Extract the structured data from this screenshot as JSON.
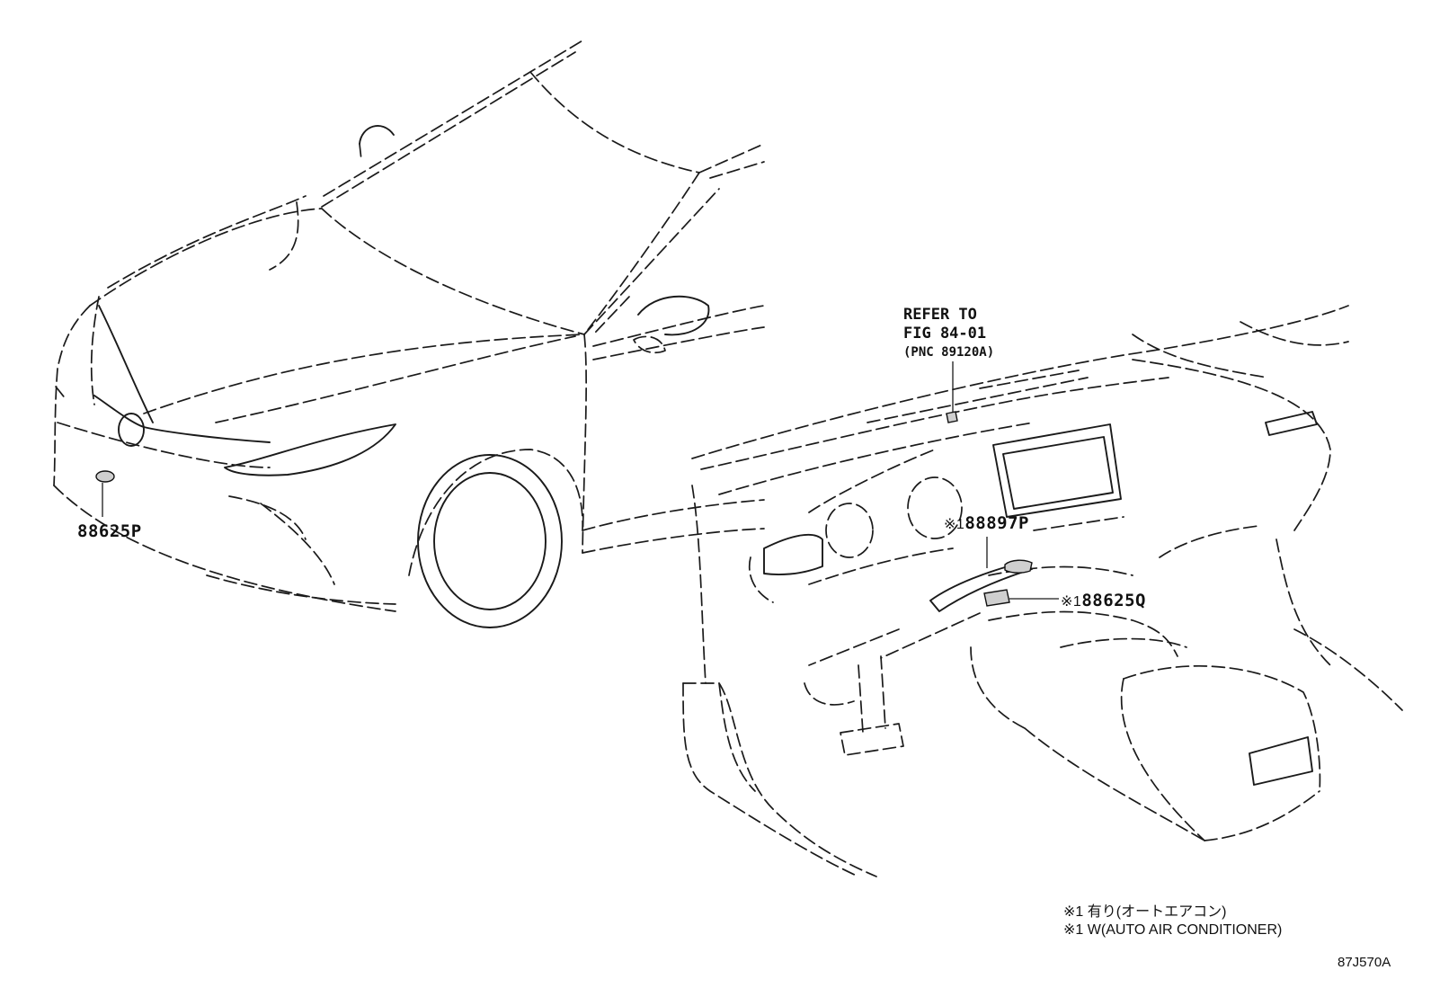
{
  "callouts": {
    "front_sensor": "88625P",
    "cluster_sensor": "88897P",
    "cluster_mark": "※1",
    "lower_sensor": "88625Q",
    "lower_mark": "※1"
  },
  "reference": {
    "line1": "REFER TO",
    "line2": "FIG 84-01",
    "line3": "(PNC 89120A)"
  },
  "notes": [
    {
      "mark": "※1",
      "text": "有り(オートエアコン)"
    },
    {
      "mark": "※1",
      "text": "W(AUTO AIR CONDITIONER)"
    }
  ],
  "figure_id": "87J570A"
}
